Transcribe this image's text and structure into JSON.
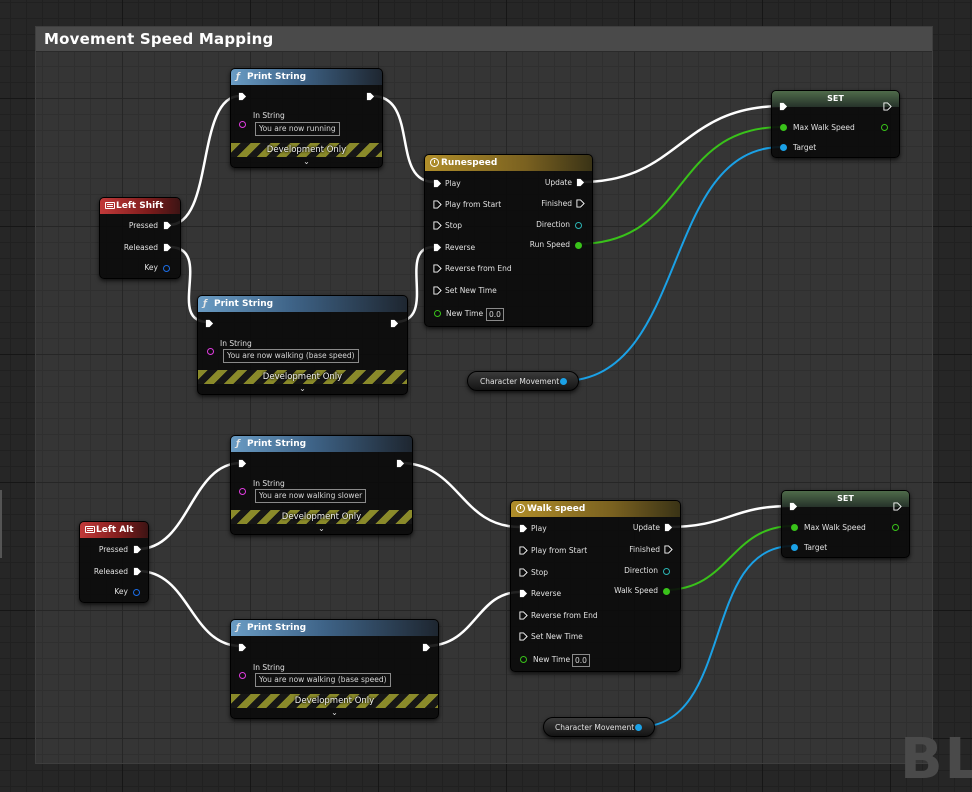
{
  "comment": {
    "title": "Movement Speed Mapping"
  },
  "watermark": "BL",
  "print_nodes": [
    {
      "title": "Print String",
      "in_string_label": "In String",
      "value": "You are now running",
      "footer": "Development Only"
    },
    {
      "title": "Print String",
      "in_string_label": "In String",
      "value": "You are now walking (base speed)",
      "footer": "Development Only"
    },
    {
      "title": "Print String",
      "in_string_label": "In String",
      "value": "You are now walking slower",
      "footer": "Development Only"
    },
    {
      "title": "Print String",
      "in_string_label": "In String",
      "value": "You are now walking (base speed)",
      "footer": "Development Only"
    }
  ],
  "key_events": [
    {
      "title": "Left Shift",
      "pressed": "Pressed",
      "released": "Released",
      "key": "Key"
    },
    {
      "title": "Left Alt",
      "pressed": "Pressed",
      "released": "Released",
      "key": "Key"
    }
  ],
  "timelines": [
    {
      "title": "Runespeed",
      "inputs": [
        "Play",
        "Play from Start",
        "Stop",
        "Reverse",
        "Reverse from End",
        "Set New Time"
      ],
      "new_time_label": "New Time",
      "new_time_value": "0.0",
      "outputs": [
        "Update",
        "Finished",
        "Direction",
        "Run Speed"
      ]
    },
    {
      "title": "Walk speed",
      "inputs": [
        "Play",
        "Play from Start",
        "Stop",
        "Reverse",
        "Reverse from End",
        "Set New Time"
      ],
      "new_time_label": "New Time",
      "new_time_value": "0.0",
      "outputs": [
        "Update",
        "Finished",
        "Direction",
        "Walk Speed"
      ]
    }
  ],
  "set_nodes": [
    {
      "title": "SET",
      "max_walk_speed": "Max Walk Speed",
      "target": "Target"
    },
    {
      "title": "SET",
      "max_walk_speed": "Max Walk Speed",
      "target": "Target"
    }
  ],
  "var_nodes": [
    {
      "label": "Character Movement"
    },
    {
      "label": "Character Movement"
    }
  ],
  "colors": {
    "exec_wire": "#ffffff",
    "float_wire": "#39c21a",
    "object_wire": "#1ba1e6",
    "print_header": "#3e6387",
    "event_header": "#7f1c1c",
    "timeline_header": "#7a6120"
  }
}
